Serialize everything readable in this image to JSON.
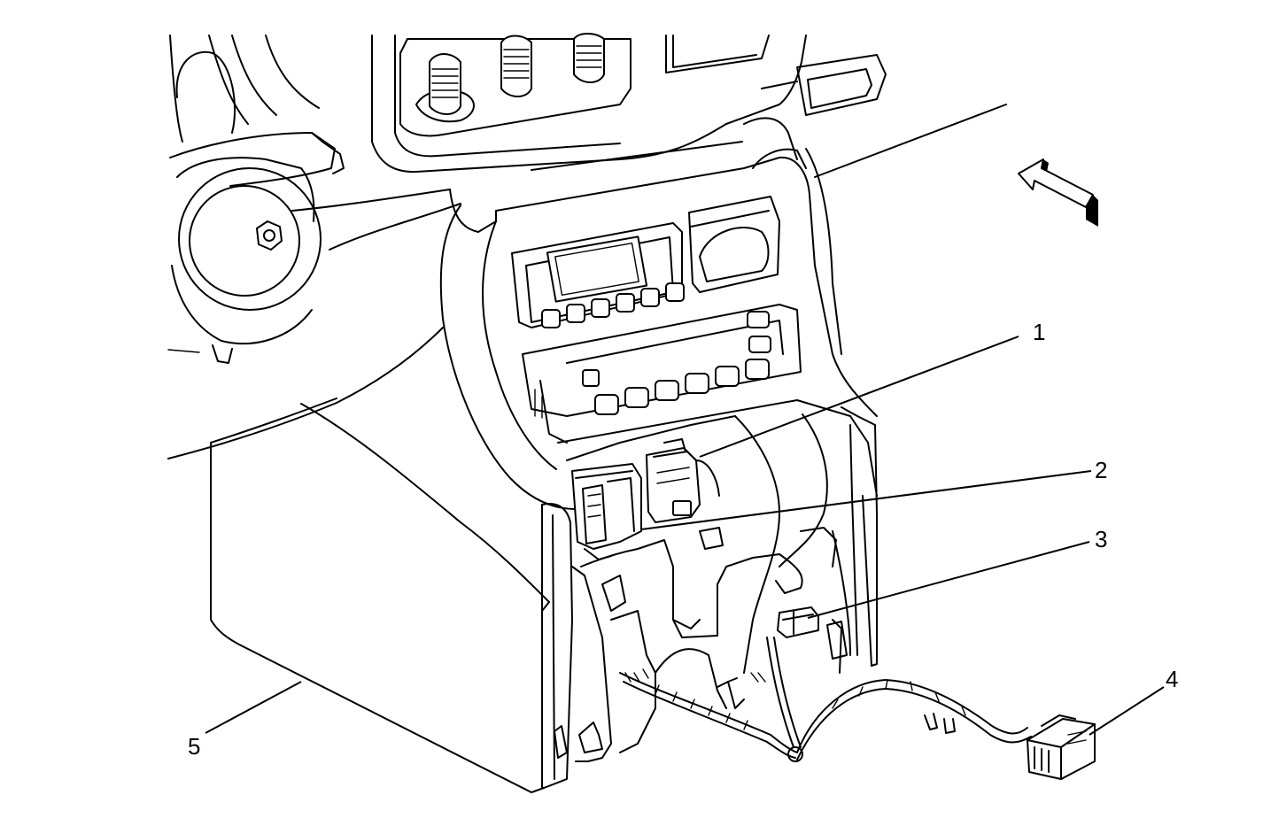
{
  "callouts": [
    {
      "id": 1,
      "label": "1"
    },
    {
      "id": 2,
      "label": "2"
    },
    {
      "id": 3,
      "label": "3"
    },
    {
      "id": 4,
      "label": "4"
    },
    {
      "id": 5,
      "label": "5"
    }
  ],
  "icons": {
    "view_arrow": "view-direction-arrow-icon"
  }
}
